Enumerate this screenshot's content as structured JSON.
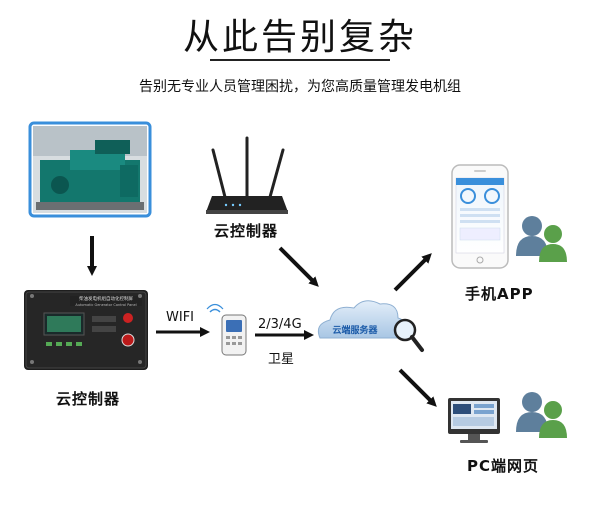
{
  "header": {
    "title": "从此告别复杂",
    "subtitle": "告别无专业人员管理困扰，为您高质量管理发电机组"
  },
  "nodes": {
    "controller_top_label": "云控制器",
    "controller_bottom_label": "云控制器",
    "panel_text": "柴油发电机组自动化控制屏",
    "panel_text_en": "Automatic Generator Control Panel",
    "cloud_label": "云端服务器",
    "mobile_label": "手机APP",
    "pc_label": "PC端网页"
  },
  "links": {
    "wifi_label": "WIFI",
    "network_label": "2/3/4G",
    "satellite_label": "卫星"
  },
  "colors": {
    "arrow": "#111111",
    "cloud_fill": "#cfe3f4",
    "cloud_text": "#1a5aa8",
    "genset_green": "#13776d",
    "panel_black": "#1e1e1e",
    "person_blue": "#5e7f9c",
    "person_green": "#5aa04a"
  }
}
